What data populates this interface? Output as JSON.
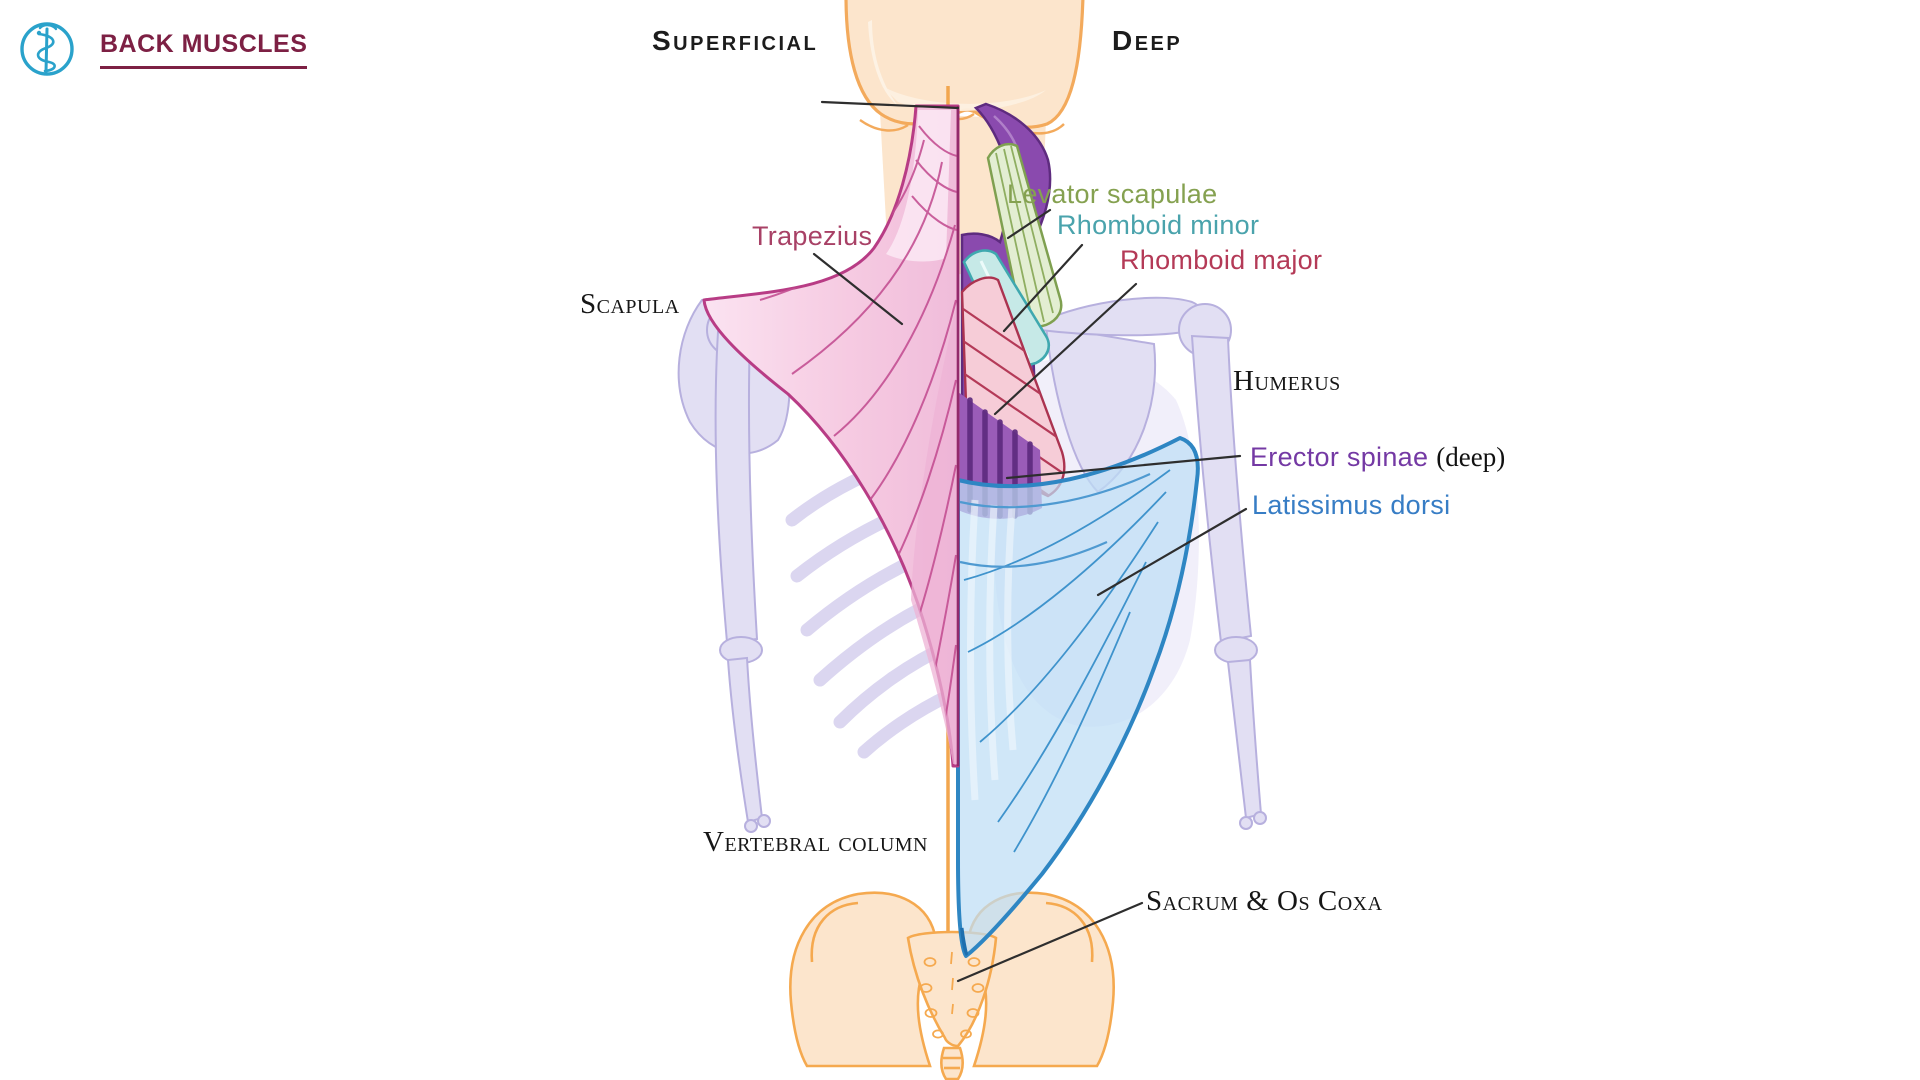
{
  "header": {
    "title": "BACK MUSCLES"
  },
  "view_labels": {
    "superficial": "Superficial",
    "deep": "Deep"
  },
  "muscles": {
    "trapezius": {
      "label": "Trapezius"
    },
    "levator_scapulae": {
      "label": "Levator scapulae"
    },
    "rhomboid_minor": {
      "label": "Rhomboid minor"
    },
    "rhomboid_major": {
      "label": "Rhomboid major"
    },
    "erector_spinae": {
      "label": "Erector spinae",
      "suffix": "(deep)"
    },
    "latissimus_dorsi": {
      "label": "Latissimus dorsi"
    }
  },
  "bones": {
    "scapula": {
      "label": "Scapula"
    },
    "humerus": {
      "label": "Humerus"
    },
    "vertebral_column": {
      "label": "Vertebral column"
    },
    "sacrum_os_coxa": {
      "label": "Sacrum & Os Coxa"
    }
  },
  "icons": {
    "logo": "rod-of-asclepius-icon"
  },
  "colors": {
    "title": "#7d2044",
    "logo": "#2aa2cb",
    "trapezius_label": "#a84166",
    "levator_scapulae_label": "#85a150",
    "rhomboid_minor_label": "#4aa3ac",
    "rhomboid_major_label": "#b43a57",
    "erector_spinae_label": "#7439a4",
    "latissimus_dorsi_label": "#377dc5",
    "bone_label": "#161616",
    "skin_fill": "#fce5cc",
    "skin_outline": "#f3aa5c",
    "skeleton_fill": "#e2dff3",
    "skeleton_outline": "#b7b0de",
    "trapezius_fill": "#f6cbe2",
    "trapezius_outline": "#b83c85",
    "levator_fill": "#e3eed2",
    "levator_outline": "#7fa050",
    "rhomboid_minor_fill": "#c6e9e7",
    "rhomboid_minor_outline": "#3fa8af",
    "rhomboid_major_fill": "#f6ccd7",
    "rhomboid_major_outline": "#ab3350",
    "erector_fill": "#8a4aae",
    "erector_outline": "#5e2b7f",
    "latissimus_fill": "#bedef5",
    "latissimus_outline": "#2e86c3",
    "spine_line": "#f2a64e",
    "leader_line": "#2e2e2e"
  }
}
